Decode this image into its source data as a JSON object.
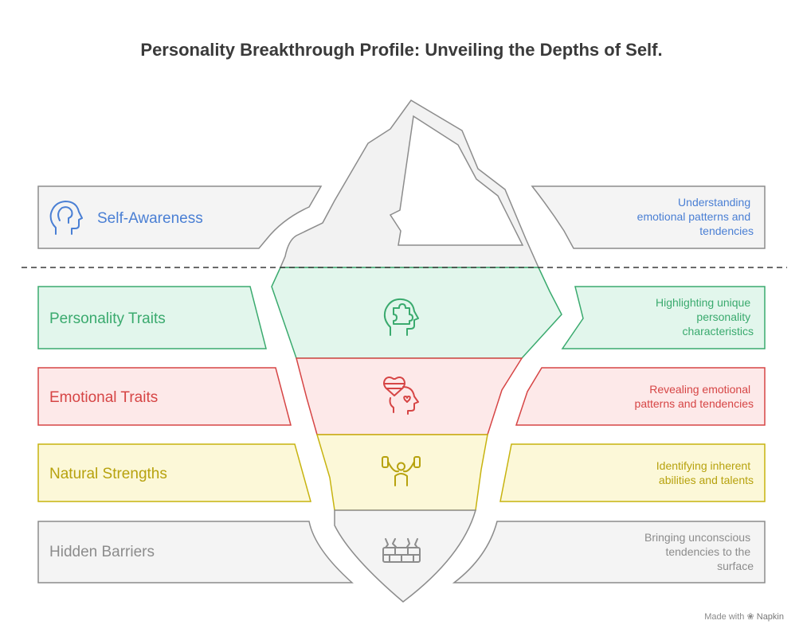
{
  "title": "Personality Breakthrough Profile: Unveiling the Depths of Self.",
  "layers": [
    {
      "id": "self-awareness",
      "label": "Self-Awareness",
      "description": [
        "Understanding",
        "emotional patterns and",
        "tendencies"
      ],
      "icon": "head-profile-icon",
      "color": "#4a7fd4"
    },
    {
      "id": "personality-traits",
      "label": "Personality Traits",
      "description": [
        "Highlighting unique",
        "personality",
        "characteristics"
      ],
      "icon": "puzzle-head-icon",
      "color": "#3aaa6e"
    },
    {
      "id": "emotional-traits",
      "label": "Emotional Traits",
      "description": [
        "Revealing emotional",
        "patterns and tendencies"
      ],
      "icon": "heart-head-icon",
      "color": "#d64545"
    },
    {
      "id": "natural-strengths",
      "label": "Natural Strengths",
      "description": [
        "Identifying inherent",
        "abilities and talents"
      ],
      "icon": "strong-arms-icon",
      "color": "#b7a20e"
    },
    {
      "id": "hidden-barriers",
      "label": "Hidden Barriers",
      "description": [
        "Bringing unconscious",
        "tendencies to the",
        "surface"
      ],
      "icon": "cracked-wall-icon",
      "color": "#8c8c8c"
    }
  ],
  "footer": {
    "prefix": "Made with",
    "brand": "Napkin"
  }
}
